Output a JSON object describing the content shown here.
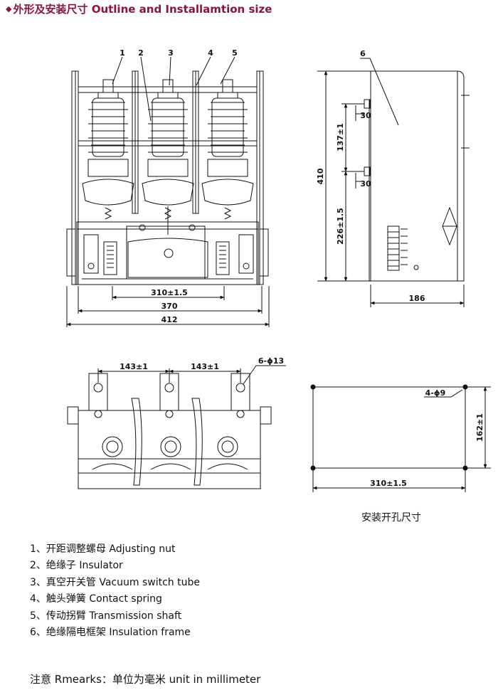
{
  "title": "外形及安装尺寸 Outline and Installamtion size",
  "title_bullet": "◆",
  "title_color": "#8a1538",
  "front_view": {
    "part_numbers": [
      "1",
      "2",
      "3",
      "4",
      "5"
    ],
    "dims": [
      "310±1.5",
      "370",
      "412"
    ]
  },
  "side_view": {
    "part_number": "6",
    "dims": [
      "410",
      "137±1",
      "226±1.5",
      "30",
      "30",
      "186"
    ]
  },
  "top_view": {
    "dims": [
      "143±1",
      "143±1",
      "6-ϕ13"
    ]
  },
  "hole_pattern": {
    "dims": [
      "4-ϕ9",
      "162±1",
      "310±1.5"
    ],
    "caption": "安装开孔尺寸"
  },
  "legend": [
    "1、开距调整螺母 Adjusting nut",
    "2、绝缘子 Insulator",
    "3、真空开关管 Vacuum switch tube",
    "4、触头弹簧 Contact spring",
    "5、传动拐臂 Transmission shaft",
    "6、绝缘隔电框架 Insulation frame"
  ],
  "remark": "注意 Rmearks：单位为毫米 unit in millimeter"
}
